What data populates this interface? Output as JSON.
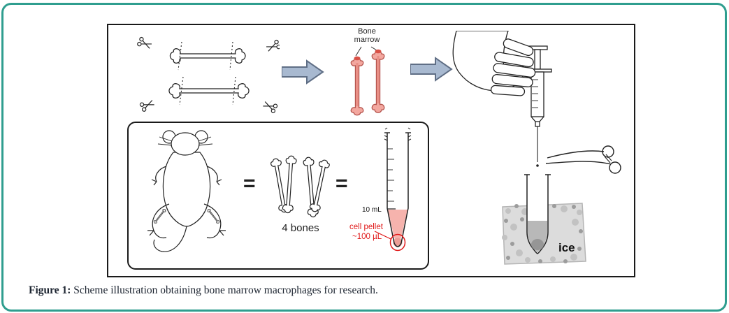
{
  "figure": {
    "caption_label": "Figure 1:",
    "caption_text": " Scheme illustration obtaining bone marrow macrophages for research."
  },
  "labels": {
    "bone_marrow_line1": "Bone",
    "bone_marrow_line2": "marrow",
    "equals": "=",
    "four_bones": "4 bones",
    "tube_volume": "10 mL",
    "cell_pellet": "cell pellet",
    "cell_pellet_volume": "~100 µL",
    "ice": "ice"
  },
  "icons": {
    "scissors": "scissors-icon",
    "arrow": "arrow-right-icon"
  },
  "colors": {
    "frame_teal": "#2f9e8f",
    "box_border": "#1a1a1a",
    "marrow_pink": "#f3a79f",
    "marrow_red": "#d94f45",
    "bone_outline_red": "#b4534c",
    "annotation_red": "#e01818",
    "arrow_fill": "#a8b9d0",
    "arrow_stroke": "#5f6e85",
    "liquid_pink": "#f6b3ad",
    "ice_gray": "#dcdcdc",
    "tube_liquid_gray": "#b8b8b8"
  }
}
